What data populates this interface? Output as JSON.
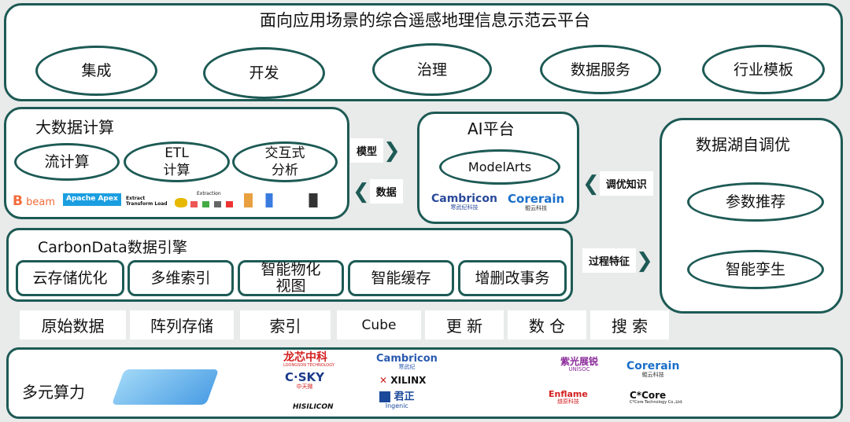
{
  "colors": {
    "border": "#1d5a55",
    "background": "#e9eaea"
  },
  "top": {
    "title": "面向应用场景的综合遥感地理信息示范云平台",
    "items": [
      "集成",
      "开发",
      "治理",
      "数据服务",
      "行业模板"
    ]
  },
  "bigdata": {
    "title": "大数据计算",
    "items": [
      "流计算",
      "ETL\n计算",
      "交互式\n分析"
    ],
    "logos": [
      "beam",
      "Apache Apex",
      "Extract Transform Load",
      "Extraction"
    ]
  },
  "arrows": {
    "model": "模型",
    "data": "数据",
    "tuning": "调优知识",
    "process": "过程特征"
  },
  "ai": {
    "title": "AI平台",
    "item": "ModelArts",
    "logos": [
      {
        "name": "Cambricon",
        "sub": "寒武纪科技"
      },
      {
        "name": "Corerain",
        "sub": "鲲云科技"
      }
    ]
  },
  "lake": {
    "title": "数据湖自调优",
    "items": [
      "参数推荐",
      "智能孪生"
    ]
  },
  "carbon": {
    "title": "CarbonData数据引擎",
    "items": [
      "云存储优化",
      "多维索引",
      "智能物化\n视图",
      "智能缓存",
      "增删改事务"
    ]
  },
  "storage": [
    "原始数据",
    "阵列存储",
    "索引",
    "Cube",
    "更 新",
    "数 仓",
    "搜 索"
  ],
  "compute": {
    "title": "多元算力",
    "logos": [
      {
        "name": "龙芯中科",
        "sub": "LOONGSON TECHNOLOGY"
      },
      {
        "name": "C·SKY",
        "sub": "中天微"
      },
      {
        "name": "HISILICON",
        "sub": ""
      },
      {
        "name": "Cambricon",
        "sub": "寒武纪"
      },
      {
        "name": "XILINX",
        "sub": ""
      },
      {
        "name": "君正",
        "sub": "Ingenic"
      },
      {
        "name": "紫光展锐",
        "sub": "UNISOC"
      },
      {
        "name": "Enflame",
        "sub": "燧原科技"
      },
      {
        "name": "Corerain",
        "sub": "鲲云科技"
      },
      {
        "name": "C*Core",
        "sub": "C*Core Technology Co.,Ltd."
      }
    ]
  }
}
